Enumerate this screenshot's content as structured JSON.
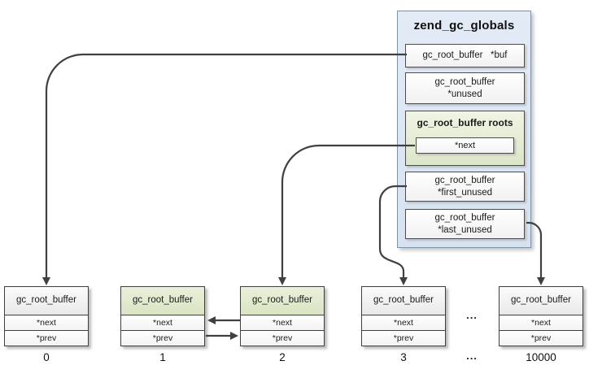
{
  "globals": {
    "title": "zend_gc_globals",
    "buf_field": "gc_root_buffer   *buf",
    "unused_field": {
      "line1": "gc_root_buffer",
      "line2": "*unused"
    },
    "roots_field": {
      "title": "gc_root_buffer roots",
      "next": "*next"
    },
    "first_unused_field": {
      "line1": "gc_root_buffer",
      "line2": "*first_unused"
    },
    "last_unused_field": {
      "line1": "gc_root_buffer",
      "line2": "*last_unused"
    }
  },
  "buffers": [
    {
      "title": "gc_root_buffer",
      "next": "*next",
      "prev": "*prev",
      "index": "0",
      "variant": "gray"
    },
    {
      "title": "gc_root_buffer",
      "next": "*next",
      "prev": "*prev",
      "index": "1",
      "variant": "green"
    },
    {
      "title": "gc_root_buffer",
      "next": "*next",
      "prev": "*prev",
      "index": "2",
      "variant": "green"
    },
    {
      "title": "gc_root_buffer",
      "next": "*next",
      "prev": "*prev",
      "index": "3",
      "variant": "gray"
    },
    {
      "title": "gc_root_buffer",
      "next": "*next",
      "prev": "*prev",
      "index": "10000",
      "variant": "gray"
    }
  ],
  "ellipsis": {
    "row": "...",
    "index": "..."
  },
  "pointers": [
    "buf-to-node-0",
    "roots-next-to-node-2",
    "first-unused-to-node-3",
    "last-unused-to-node-10000",
    "node-2-next-to-node-1",
    "node-1-prev-to-node-2"
  ],
  "colors": {
    "container_fill": "#dce6f2",
    "container_border": "#7d93a8",
    "node_border": "#3f3f3f",
    "green_fill": "#dde6c8",
    "gray_fill": "#efefef",
    "arrow": "#404040",
    "background": "#ffffff"
  }
}
